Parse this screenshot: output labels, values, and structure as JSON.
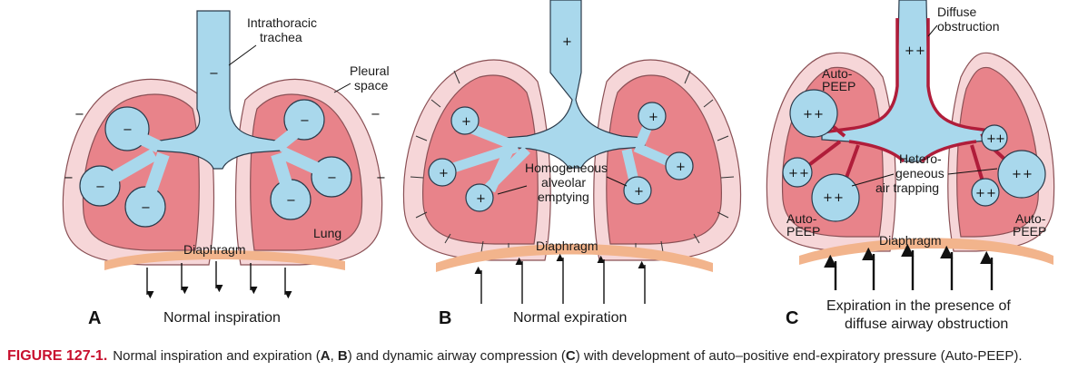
{
  "panels": [
    {
      "letter": "A",
      "title": "Normal inspiration",
      "labels": {
        "trachea_1": "Intrathoracic",
        "trachea_2": "trachea",
        "pleural_1": "Pleural",
        "pleural_2": "space",
        "lung": "Lung",
        "diaphragm": "Diaphragm"
      },
      "sign": "−"
    },
    {
      "letter": "B",
      "title": "Normal expiration",
      "labels": {
        "center_1": "Homogeneous",
        "center_2": "alveolar",
        "center_3": "emptying",
        "diaphragm": "Diaphragm"
      },
      "sign": "+"
    },
    {
      "letter": "C",
      "title_1": "Expiration in the presence of",
      "title_2": "diffuse airway obstruction",
      "labels": {
        "diffuse_1": "Diffuse",
        "diffuse_2": "obstruction",
        "autopeep_top_1": "Auto-",
        "autopeep_top_2": "PEEP",
        "autopeep_left_1": "Auto-",
        "autopeep_left_2": "PEEP",
        "autopeep_right_1": "Auto-",
        "autopeep_right_2": "PEEP",
        "hetero_1": "Hetero-",
        "hetero_2": "geneous",
        "hetero_3": "air trapping",
        "diaphragm": "Diaphragm"
      },
      "sign": "+"
    }
  ],
  "caption": {
    "label": "FIGURE 127-1.",
    "text_1": "Normal inspiration and expiration (",
    "bold_1": "A",
    "text_2": ", ",
    "bold_2": "B",
    "text_3": ") and dynamic airway compression (",
    "bold_3": "C",
    "text_4": ") with development of auto–positive end-expiratory pressure (Auto-PEEP)."
  },
  "colors": {
    "lung": "#e8838a",
    "pleura": "#f6d6d8",
    "airway": "#a9d8ec",
    "diaphragm": "#f2b48c",
    "obstruction": "#b01d3a",
    "caption_label": "#c8102e"
  }
}
